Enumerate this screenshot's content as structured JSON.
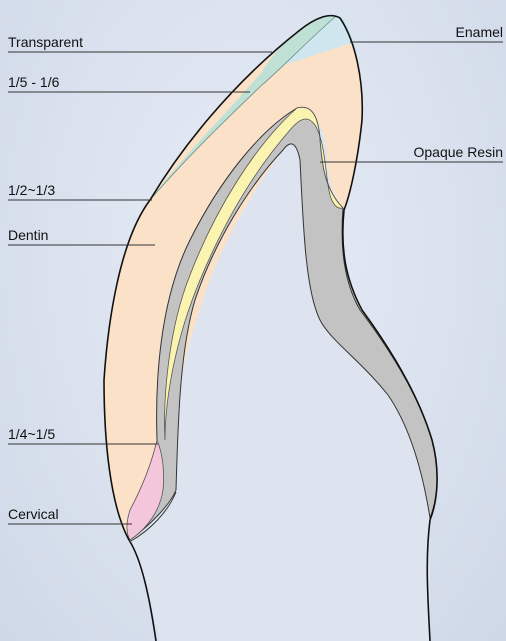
{
  "labels": {
    "transparent": "Transparent",
    "one_fifth_sixth": "1/5 - 1/6",
    "one_half_third": "1/2~1/3",
    "dentin": "Dentin",
    "one_quarter_fifth": "1/4~1/5",
    "cervical": "Cervical",
    "enamel": "Enamel",
    "opaque_resin": "Opaque Resin"
  },
  "colors": {
    "background": "#dde4f0",
    "dentin": "#fbe1c8",
    "enamel": "#cfe6ee",
    "transparent": "#bfe0d4",
    "opaque_resin": "#fbf3b0",
    "metal_coping": "#c3c3c3",
    "cervical": "#f4c6dc"
  }
}
